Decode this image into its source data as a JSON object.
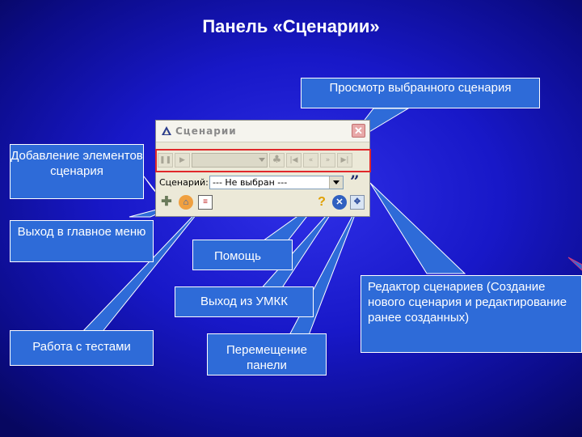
{
  "slide_title": "Панель «Сценарии»",
  "panel": {
    "window_title": "Сценарии",
    "scenario_label": "Сценарий:",
    "scenario_value": "--- Не выбран ---"
  },
  "callouts": {
    "preview": "Просмотр выбранного сценария",
    "add_elements": "Добавление элементов сценария",
    "main_menu": "Выход в главное меню",
    "help": "Помощь",
    "exit_umkk": "Выход из УМКК",
    "tests": "Работа с тестами",
    "move_panel": "Перемещение панели",
    "editor": "Редактор сценариев (Создание нового сценария и редактирование ранее созданных)"
  },
  "colors": {
    "background": "#1a1ad0",
    "callout": "#2e6bd8",
    "highlight_frame": "#e0282a"
  },
  "icons": {
    "panel_logo": "triangle-logo-icon",
    "close": "close-icon",
    "pause": "pause-icon",
    "play": "play-icon",
    "tree": "tree-icon",
    "first": "skip-back-icon",
    "prev": "rewind-icon",
    "next": "fast-forward-icon",
    "last": "skip-forward-icon",
    "editor": "quote-icon",
    "add": "add-element-icon",
    "main_menu": "globe-home-icon",
    "tests": "test-list-icon",
    "help": "question-icon",
    "exit": "exit-icon",
    "move": "move-panel-icon"
  }
}
